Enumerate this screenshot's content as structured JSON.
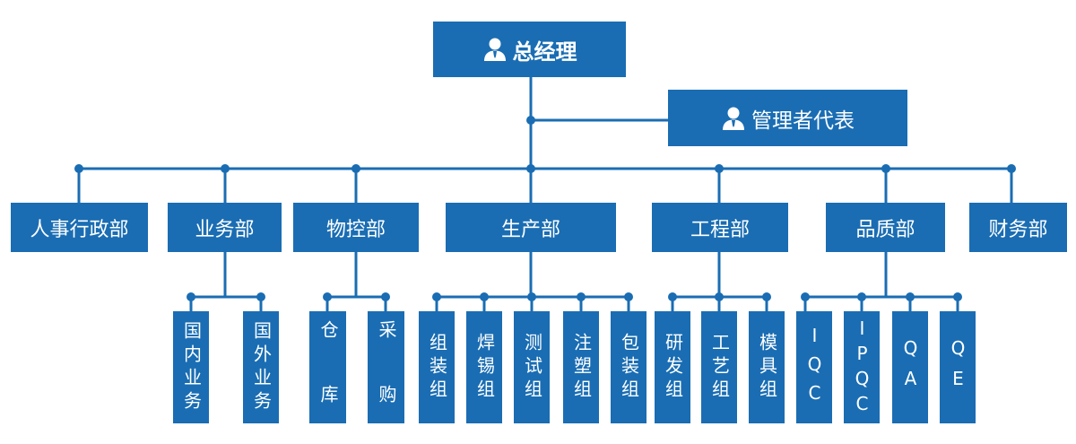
{
  "colors": {
    "box": "#1a6db3",
    "line": "#1a6db3",
    "text": "#ffffff"
  },
  "top": {
    "label": "总经理",
    "icon": "person-icon"
  },
  "representative": {
    "label": "管理者代表",
    "icon": "person-icon"
  },
  "departments": [
    {
      "id": "hr",
      "label": "人事行政部",
      "children": []
    },
    {
      "id": "sales",
      "label": "业务部",
      "children": [
        "国内业务",
        "国外业务"
      ]
    },
    {
      "id": "materials",
      "label": "物控部",
      "children": [
        "仓 库",
        "采 购"
      ]
    },
    {
      "id": "production",
      "label": "生产部",
      "children": [
        "组装组",
        "焊锡组",
        "测试组",
        "注塑组",
        "包装组"
      ]
    },
    {
      "id": "engineering",
      "label": "工程部",
      "children": [
        "研发组",
        "工艺组",
        "模具组"
      ]
    },
    {
      "id": "quality",
      "label": "品质部",
      "children": [
        "IQC",
        "IPQC",
        "QA",
        "QE"
      ]
    },
    {
      "id": "finance",
      "label": "财务部",
      "children": []
    }
  ]
}
